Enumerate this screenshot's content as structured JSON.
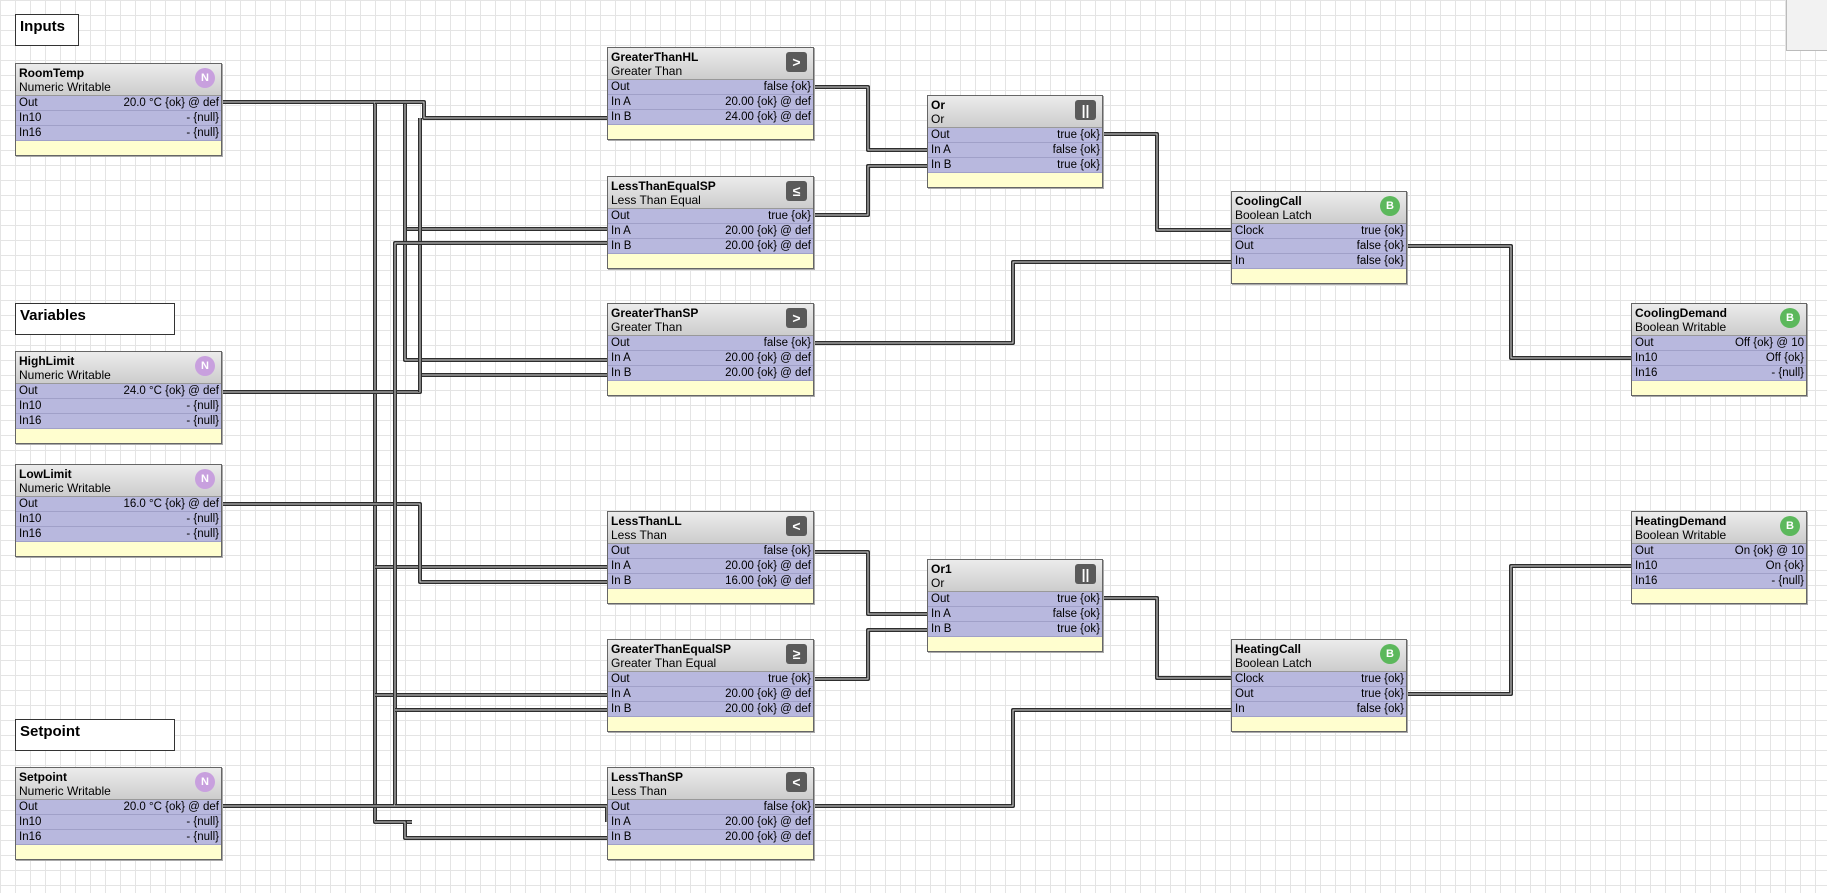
{
  "headers": {
    "inputs": "Inputs",
    "variables": "Variables",
    "setpoint": "Setpoint"
  },
  "colors": {
    "wire": "#2d2d2d",
    "slot_bg": "#b8b8de",
    "footer_bg": "#fffecf",
    "badge_numeric": "#c8a0de",
    "badge_boolean": "#5cb85c"
  },
  "blocks": {
    "roomtemp": {
      "title": "RoomTemp",
      "type": "Numeric Writable",
      "badge": "N",
      "slots": [
        {
          "name": "Out",
          "value": "20.0 °C {ok} @ def"
        },
        {
          "name": "In10",
          "value": "- {null}"
        },
        {
          "name": "In16",
          "value": "- {null}"
        }
      ]
    },
    "highlimit": {
      "title": "HighLimit",
      "type": "Numeric Writable",
      "badge": "N",
      "slots": [
        {
          "name": "Out",
          "value": "24.0 °C {ok} @ def"
        },
        {
          "name": "In10",
          "value": "- {null}"
        },
        {
          "name": "In16",
          "value": "- {null}"
        }
      ]
    },
    "lowlimit": {
      "title": "LowLimit",
      "type": "Numeric Writable",
      "badge": "N",
      "slots": [
        {
          "name": "Out",
          "value": "16.0 °C {ok} @ def"
        },
        {
          "name": "In10",
          "value": "- {null}"
        },
        {
          "name": "In16",
          "value": "- {null}"
        }
      ]
    },
    "setpoint": {
      "title": "Setpoint",
      "type": "Numeric Writable",
      "badge": "N",
      "slots": [
        {
          "name": "Out",
          "value": "20.0 °C {ok} @ def"
        },
        {
          "name": "In10",
          "value": "- {null}"
        },
        {
          "name": "In16",
          "value": "- {null}"
        }
      ]
    },
    "gthl": {
      "title": "GreaterThanHL",
      "type": "Greater Than",
      "badge": ">",
      "slots": [
        {
          "name": "Out",
          "value": "false {ok}"
        },
        {
          "name": "In A",
          "value": "20.00 {ok} @ def"
        },
        {
          "name": "In B",
          "value": "24.00 {ok} @ def"
        }
      ]
    },
    "ltesp": {
      "title": "LessThanEqualSP",
      "type": "Less Than Equal",
      "badge": "≤",
      "slots": [
        {
          "name": "Out",
          "value": "true {ok}"
        },
        {
          "name": "In A",
          "value": "20.00 {ok} @ def"
        },
        {
          "name": "In B",
          "value": "20.00 {ok} @ def"
        }
      ]
    },
    "gtsp": {
      "title": "GreaterThanSP",
      "type": "Greater Than",
      "badge": ">",
      "slots": [
        {
          "name": "Out",
          "value": "false {ok}"
        },
        {
          "name": "In A",
          "value": "20.00 {ok} @ def"
        },
        {
          "name": "In B",
          "value": "20.00 {ok} @ def"
        }
      ]
    },
    "ltll": {
      "title": "LessThanLL",
      "type": "Less Than",
      "badge": "<",
      "slots": [
        {
          "name": "Out",
          "value": "false {ok}"
        },
        {
          "name": "In A",
          "value": "20.00 {ok} @ def"
        },
        {
          "name": "In B",
          "value": "16.00 {ok} @ def"
        }
      ]
    },
    "gtesp": {
      "title": "GreaterThanEqualSP",
      "type": "Greater Than Equal",
      "badge": "≥",
      "slots": [
        {
          "name": "Out",
          "value": "true {ok}"
        },
        {
          "name": "In A",
          "value": "20.00 {ok} @ def"
        },
        {
          "name": "In B",
          "value": "20.00 {ok} @ def"
        }
      ]
    },
    "ltsp": {
      "title": "LessThanSP",
      "type": "Less Than",
      "badge": "<",
      "slots": [
        {
          "name": "Out",
          "value": "false {ok}"
        },
        {
          "name": "In A",
          "value": "20.00 {ok} @ def"
        },
        {
          "name": "In B",
          "value": "20.00 {ok} @ def"
        }
      ]
    },
    "or": {
      "title": "Or",
      "type": "Or",
      "badge": "||",
      "slots": [
        {
          "name": "Out",
          "value": "true {ok}"
        },
        {
          "name": "In A",
          "value": "false {ok}"
        },
        {
          "name": "In B",
          "value": "true {ok}"
        }
      ]
    },
    "or1": {
      "title": "Or1",
      "type": "Or",
      "badge": "||",
      "slots": [
        {
          "name": "Out",
          "value": "true {ok}"
        },
        {
          "name": "In A",
          "value": "false {ok}"
        },
        {
          "name": "In B",
          "value": "true {ok}"
        }
      ]
    },
    "coolingcall": {
      "title": "CoolingCall",
      "type": "Boolean Latch",
      "badge": "B",
      "slots": [
        {
          "name": "Clock",
          "value": "true {ok}"
        },
        {
          "name": "Out",
          "value": "false {ok}"
        },
        {
          "name": "In",
          "value": "false {ok}"
        }
      ]
    },
    "heatingcall": {
      "title": "HeatingCall",
      "type": "Boolean Latch",
      "badge": "B",
      "slots": [
        {
          "name": "Clock",
          "value": "true {ok}"
        },
        {
          "name": "Out",
          "value": "true {ok}"
        },
        {
          "name": "In",
          "value": "false {ok}"
        }
      ]
    },
    "coolingdemand": {
      "title": "CoolingDemand",
      "type": "Boolean Writable",
      "badge": "B",
      "slots": [
        {
          "name": "Out",
          "value": "Off {ok} @ 10"
        },
        {
          "name": "In10",
          "value": "Off {ok}"
        },
        {
          "name": "In16",
          "value": "- {null}"
        }
      ]
    },
    "heatingdemand": {
      "title": "HeatingDemand",
      "type": "Boolean Writable",
      "badge": "B",
      "slots": [
        {
          "name": "Out",
          "value": "On {ok} @ 10"
        },
        {
          "name": "In10",
          "value": "On {ok}"
        },
        {
          "name": "In16",
          "value": "- {null}"
        }
      ]
    }
  }
}
